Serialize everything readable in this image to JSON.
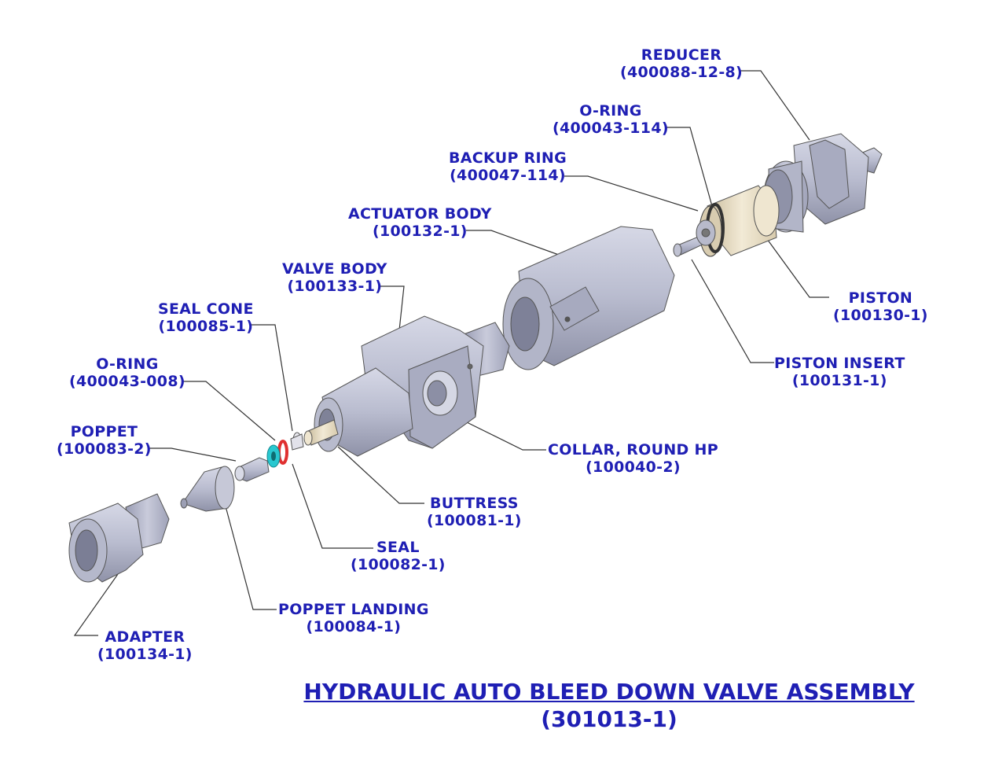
{
  "title": {
    "line1": "HYDRAULIC AUTO BLEED DOWN VALVE ASSEMBLY",
    "line2": "(301013-1)"
  },
  "parts": {
    "reducer": {
      "name": "REDUCER",
      "number": "(400088-12-8)"
    },
    "oring_114": {
      "name": "O-RING",
      "number": "(400043-114)"
    },
    "backup_ring": {
      "name": "BACKUP RING",
      "number": "(400047-114)"
    },
    "actuator_body": {
      "name": "ACTUATOR BODY",
      "number": "(100132-1)"
    },
    "valve_body": {
      "name": "VALVE BODY",
      "number": "(100133-1)"
    },
    "seal_cone": {
      "name": "SEAL CONE",
      "number": "(100085-1)"
    },
    "oring_008": {
      "name": "O-RING",
      "number": "(400043-008)"
    },
    "poppet": {
      "name": "POPPET",
      "number": "(100083-2)"
    },
    "piston": {
      "name": "PISTON",
      "number": "(100130-1)"
    },
    "piston_insert": {
      "name": "PISTON INSERT",
      "number": "(100131-1)"
    },
    "collar": {
      "name": "COLLAR, ROUND HP",
      "number": "(100040-2)"
    },
    "buttress": {
      "name": "BUTTRESS",
      "number": "(100081-1)"
    },
    "seal": {
      "name": "SEAL",
      "number": "(100082-1)"
    },
    "poppet_landing": {
      "name": "POPPET LANDING",
      "number": "(100084-1)"
    },
    "adapter": {
      "name": "ADAPTER",
      "number": "(100134-1)"
    }
  },
  "colors": {
    "label": "#1f1fb4",
    "steel": "#b9bccf",
    "steel_dark": "#8f92a8",
    "brass": "#e8dcc0",
    "oring_red": "#e03030",
    "seal_cyan": "#28c8d0"
  }
}
